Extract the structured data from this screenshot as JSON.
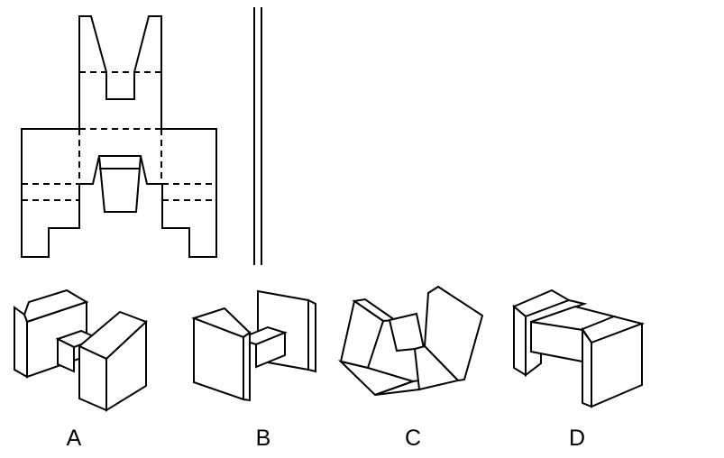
{
  "puzzle": {
    "options": [
      {
        "id": "A",
        "label": "A"
      },
      {
        "id": "B",
        "label": "B"
      },
      {
        "id": "C",
        "label": "C"
      },
      {
        "id": "D",
        "label": "D"
      }
    ]
  }
}
